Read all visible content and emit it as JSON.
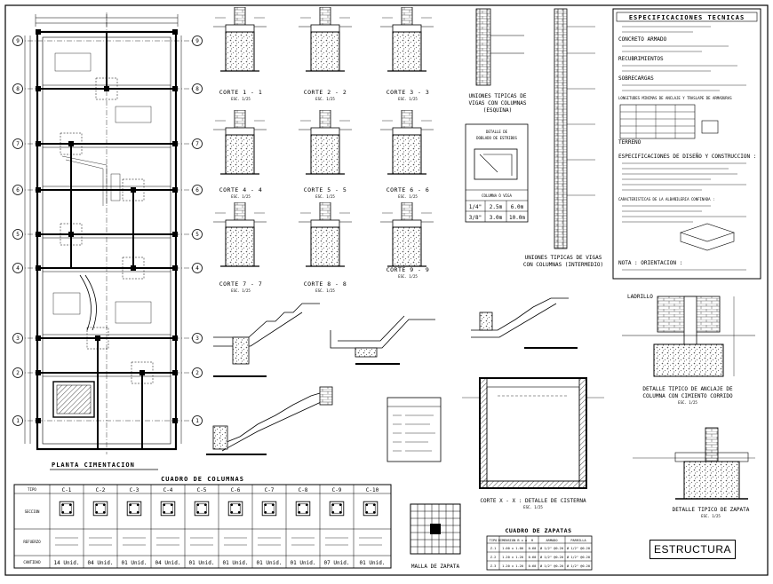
{
  "plan": {
    "title": "PLANTA CIMENTACION"
  },
  "grid_axes": [
    "1",
    "2",
    "3",
    "4",
    "5",
    "6",
    "7",
    "8",
    "9"
  ],
  "cortes": [
    {
      "label": "CORTE 1 - 1",
      "scale": "ESC. 1/25"
    },
    {
      "label": "CORTE 2 - 2",
      "scale": "ESC. 1/25"
    },
    {
      "label": "CORTE 3 - 3",
      "scale": "ESC. 1/25"
    },
    {
      "label": "CORTE 4 - 4",
      "scale": "ESC. 1/25"
    },
    {
      "label": "CORTE 5 - 5",
      "scale": "ESC. 1/25"
    },
    {
      "label": "CORTE 6 - 6",
      "scale": "ESC. 1/25"
    },
    {
      "label": "CORTE 7 - 7",
      "scale": "ESC. 1/25"
    },
    {
      "label": "CORTE 8 - 8",
      "scale": "ESC. 1/25"
    },
    {
      "label": "CORTE 9 - 9",
      "scale": "ESC. 1/25"
    }
  ],
  "uniones_esquina": {
    "line1": "UNIONES TIPICAS DE",
    "line2": "VIGAS CON COLUMNAS",
    "line3": "(ESQUINA)"
  },
  "uniones_intermedio": {
    "line1": "UNIONES TIPICAS DE VIGAS",
    "line2": "CON COLUMNAS (INTERMEDIO)"
  },
  "doblado": {
    "title1": "DETALLE DE",
    "title2": "DOBLADO DE ESTRIBOS",
    "table_title": "COLUMNA Ó VIGA",
    "rows": [
      {
        "bar": "1/4\"",
        "a": "2.5m",
        "b": "6.0m"
      },
      {
        "bar": "3/8\"",
        "a": "3.0m",
        "b": "10.0m"
      }
    ]
  },
  "especificaciones": {
    "title": "ESPECIFICACIONES TECNICAS",
    "sections": [
      "CONCRETO ARMADO",
      "RECUBRIMIENTOS",
      "SOBRECARGAS",
      "LONGITUDES MINIMAS DE ANCLAJE Y TRASLAPE DE ARMADURAS",
      "TERRENO",
      "ESPECIFICACIONES DE DISEÑO Y CONSTRUCCION :",
      "CARACTERISTICAS DE LA ALBAÑILERIA CONFINADA :",
      "NOTA : ORIENTACION :"
    ]
  },
  "detalle_anclaje": {
    "title": "LADRILLO",
    "line1": "DETALLE TIPICO DE ANCLAJE DE",
    "line2": "COLUMNA CON CIMIENTO CORRIDO",
    "scale": "ESC. 1/25"
  },
  "cisterna": {
    "label": "CORTE X - X : DETALLE DE CISTERNA",
    "scale": "ESC. 1/25"
  },
  "zapata_detalle": {
    "label": "DETALLE TIPICO DE ZAPATA",
    "scale": "ESC. 1/25"
  },
  "malla": {
    "label": "MALLA DE ZAPATA"
  },
  "cuadro_columnas": {
    "title": "CUADRO DE COLUMNAS",
    "tipo_label": "TIPO",
    "seccion_label": "SECCION",
    "refuerzo_label": "REFUERZO",
    "cantidad_label": "CANTIDAD",
    "types": [
      "C-1",
      "C-2",
      "C-3",
      "C-4",
      "C-5",
      "C-6",
      "C-7",
      "C-8",
      "C-9",
      "C-10"
    ],
    "quantities": [
      "14 Unid.",
      "04 Unid.",
      "01 Unid.",
      "04 Unid.",
      "01 Unid.",
      "01 Unid.",
      "01 Unid.",
      "01 Unid.",
      "07 Unid.",
      "01 Unid."
    ]
  },
  "cuadro_zapatas": {
    "title": "CUADRO DE ZAPATAS",
    "headers": [
      "TIPO",
      "DIMENSION B x A",
      "H",
      "ARMADO",
      "PARRILLA"
    ],
    "rows": [
      [
        "Z-1",
        "1.00 x 1.00",
        "0.60",
        "Ø 1/2\" @0.20",
        "Ø 1/2\" @0.20"
      ],
      [
        "Z-2",
        "1.20 x 1.20",
        "0.60",
        "Ø 1/2\" @0.20",
        "Ø 1/2\" @0.20"
      ],
      [
        "Z-3",
        "1.20 x 1.20",
        "0.60",
        "Ø 1/2\" @0.20",
        "Ø 1/2\" @0.20"
      ]
    ]
  },
  "stamp": {
    "label": "ESTRUCTURA"
  }
}
